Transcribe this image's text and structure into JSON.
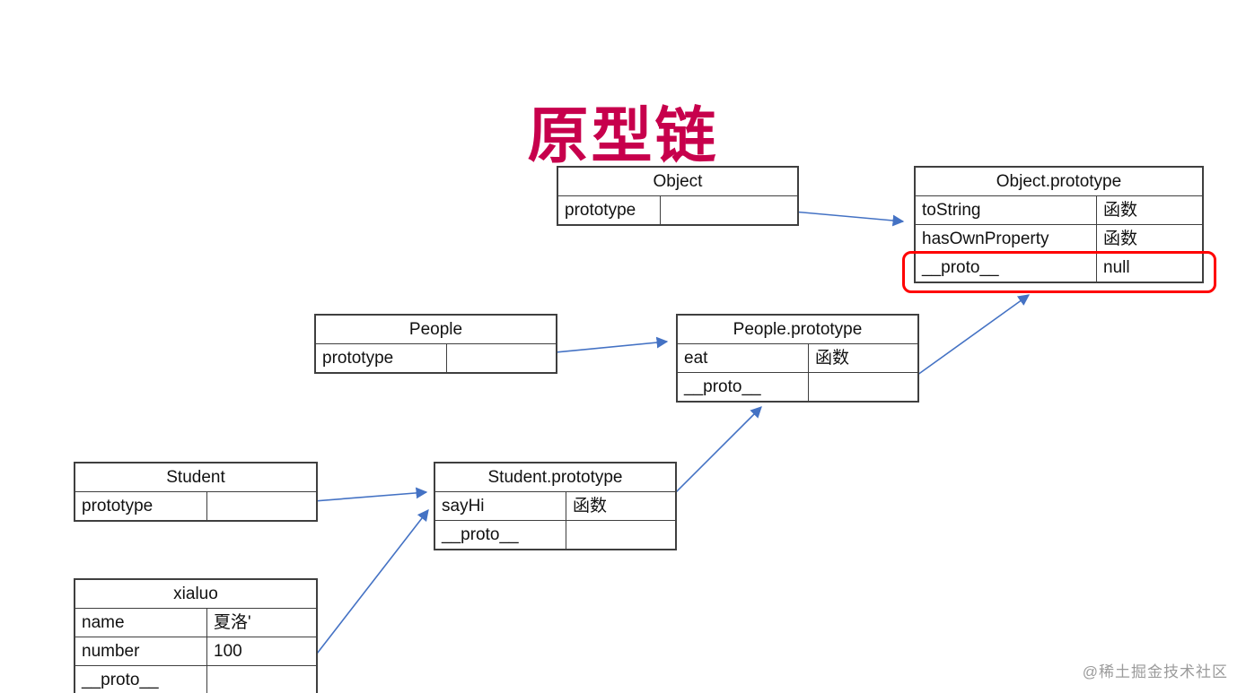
{
  "title": "原型链",
  "watermark": "@稀土掘金技术社区",
  "colors": {
    "title": "#C7004C",
    "arrow": "#4472C4",
    "highlight": "#FF0000",
    "border": "#3F3F3F",
    "watermark": "#9B9B9B"
  },
  "tables": [
    {
      "id": "object",
      "title": "Object",
      "rows": [
        [
          "prototype",
          ""
        ]
      ]
    },
    {
      "id": "object-prototype",
      "title": "Object.prototype",
      "rows": [
        [
          "toString",
          "函数"
        ],
        [
          "hasOwnProperty",
          "函数"
        ],
        [
          "__proto__",
          "null"
        ]
      ],
      "highlighted_row": "__proto__"
    },
    {
      "id": "people",
      "title": "People",
      "rows": [
        [
          "prototype",
          ""
        ]
      ]
    },
    {
      "id": "people-prototype",
      "title": "People.prototype",
      "rows": [
        [
          "eat",
          "函数"
        ],
        [
          "__proto__",
          ""
        ]
      ]
    },
    {
      "id": "student",
      "title": "Student",
      "rows": [
        [
          "prototype",
          ""
        ]
      ]
    },
    {
      "id": "student-prototype",
      "title": "Student.prototype",
      "rows": [
        [
          "sayHi",
          "函数"
        ],
        [
          "__proto__",
          ""
        ]
      ]
    },
    {
      "id": "xialuo",
      "title": "xialuo",
      "rows": [
        [
          "name",
          "夏洛'"
        ],
        [
          "number",
          "100"
        ],
        [
          "__proto__",
          ""
        ]
      ]
    }
  ],
  "connections": [
    {
      "from": "Object.prototype field",
      "to": "Object.prototype table"
    },
    {
      "from": "People.prototype field",
      "to": "People.prototype table"
    },
    {
      "from": "Student.prototype field",
      "to": "Student.prototype table"
    },
    {
      "from": "People.prototype.__proto__",
      "to": "Object.prototype.__proto__ = null row"
    },
    {
      "from": "Student.prototype.__proto__",
      "to": "People.prototype table"
    },
    {
      "from": "xialuo.__proto__",
      "to": "Student.prototype table"
    }
  ]
}
